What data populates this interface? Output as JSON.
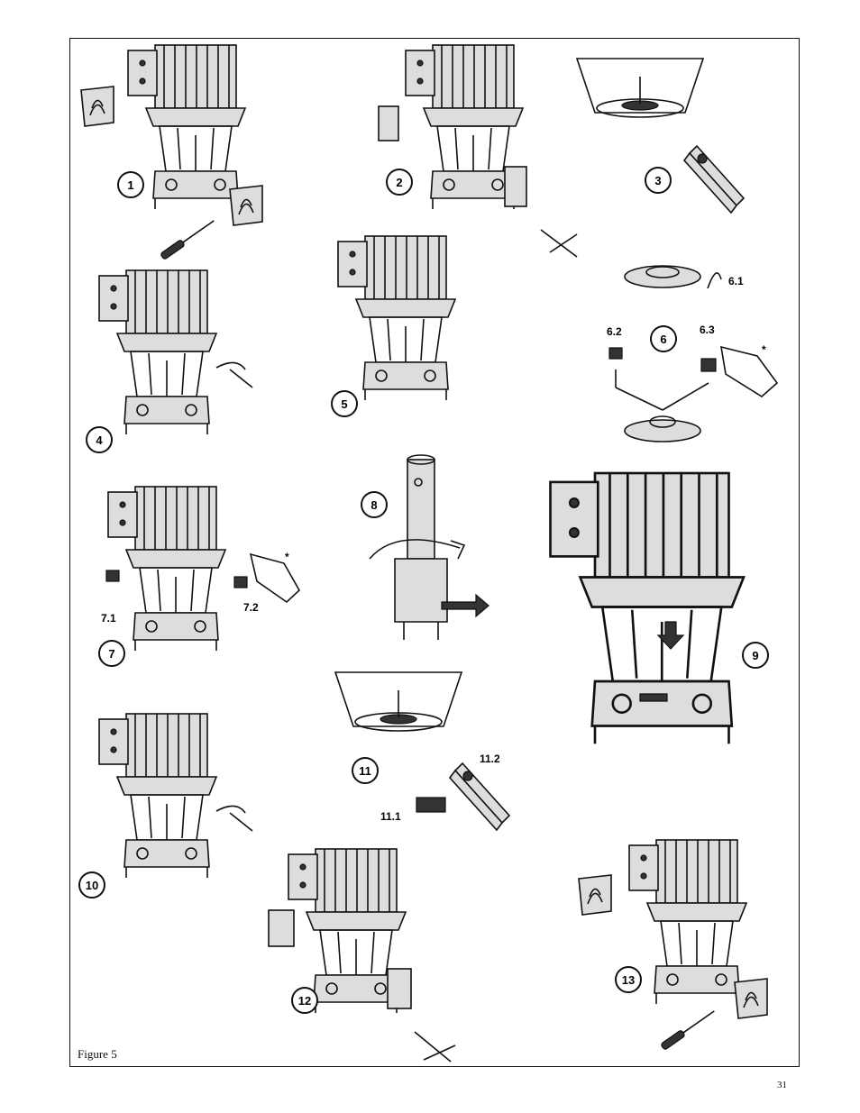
{
  "figure": {
    "caption": "Figure 5",
    "page_number": "31",
    "steps": [
      "1",
      "2",
      "3",
      "4",
      "5",
      "6",
      "7",
      "8",
      "9",
      "10",
      "11",
      "12",
      "13"
    ],
    "sublabels": {
      "s6_1": "6.1",
      "s6_2": "6.2",
      "s6_3": "6.3",
      "s7_1": "7.1",
      "s7_2": "7.2",
      "s11_1": "11.1",
      "s11_2": "11.2",
      "asterisk": "*"
    }
  }
}
